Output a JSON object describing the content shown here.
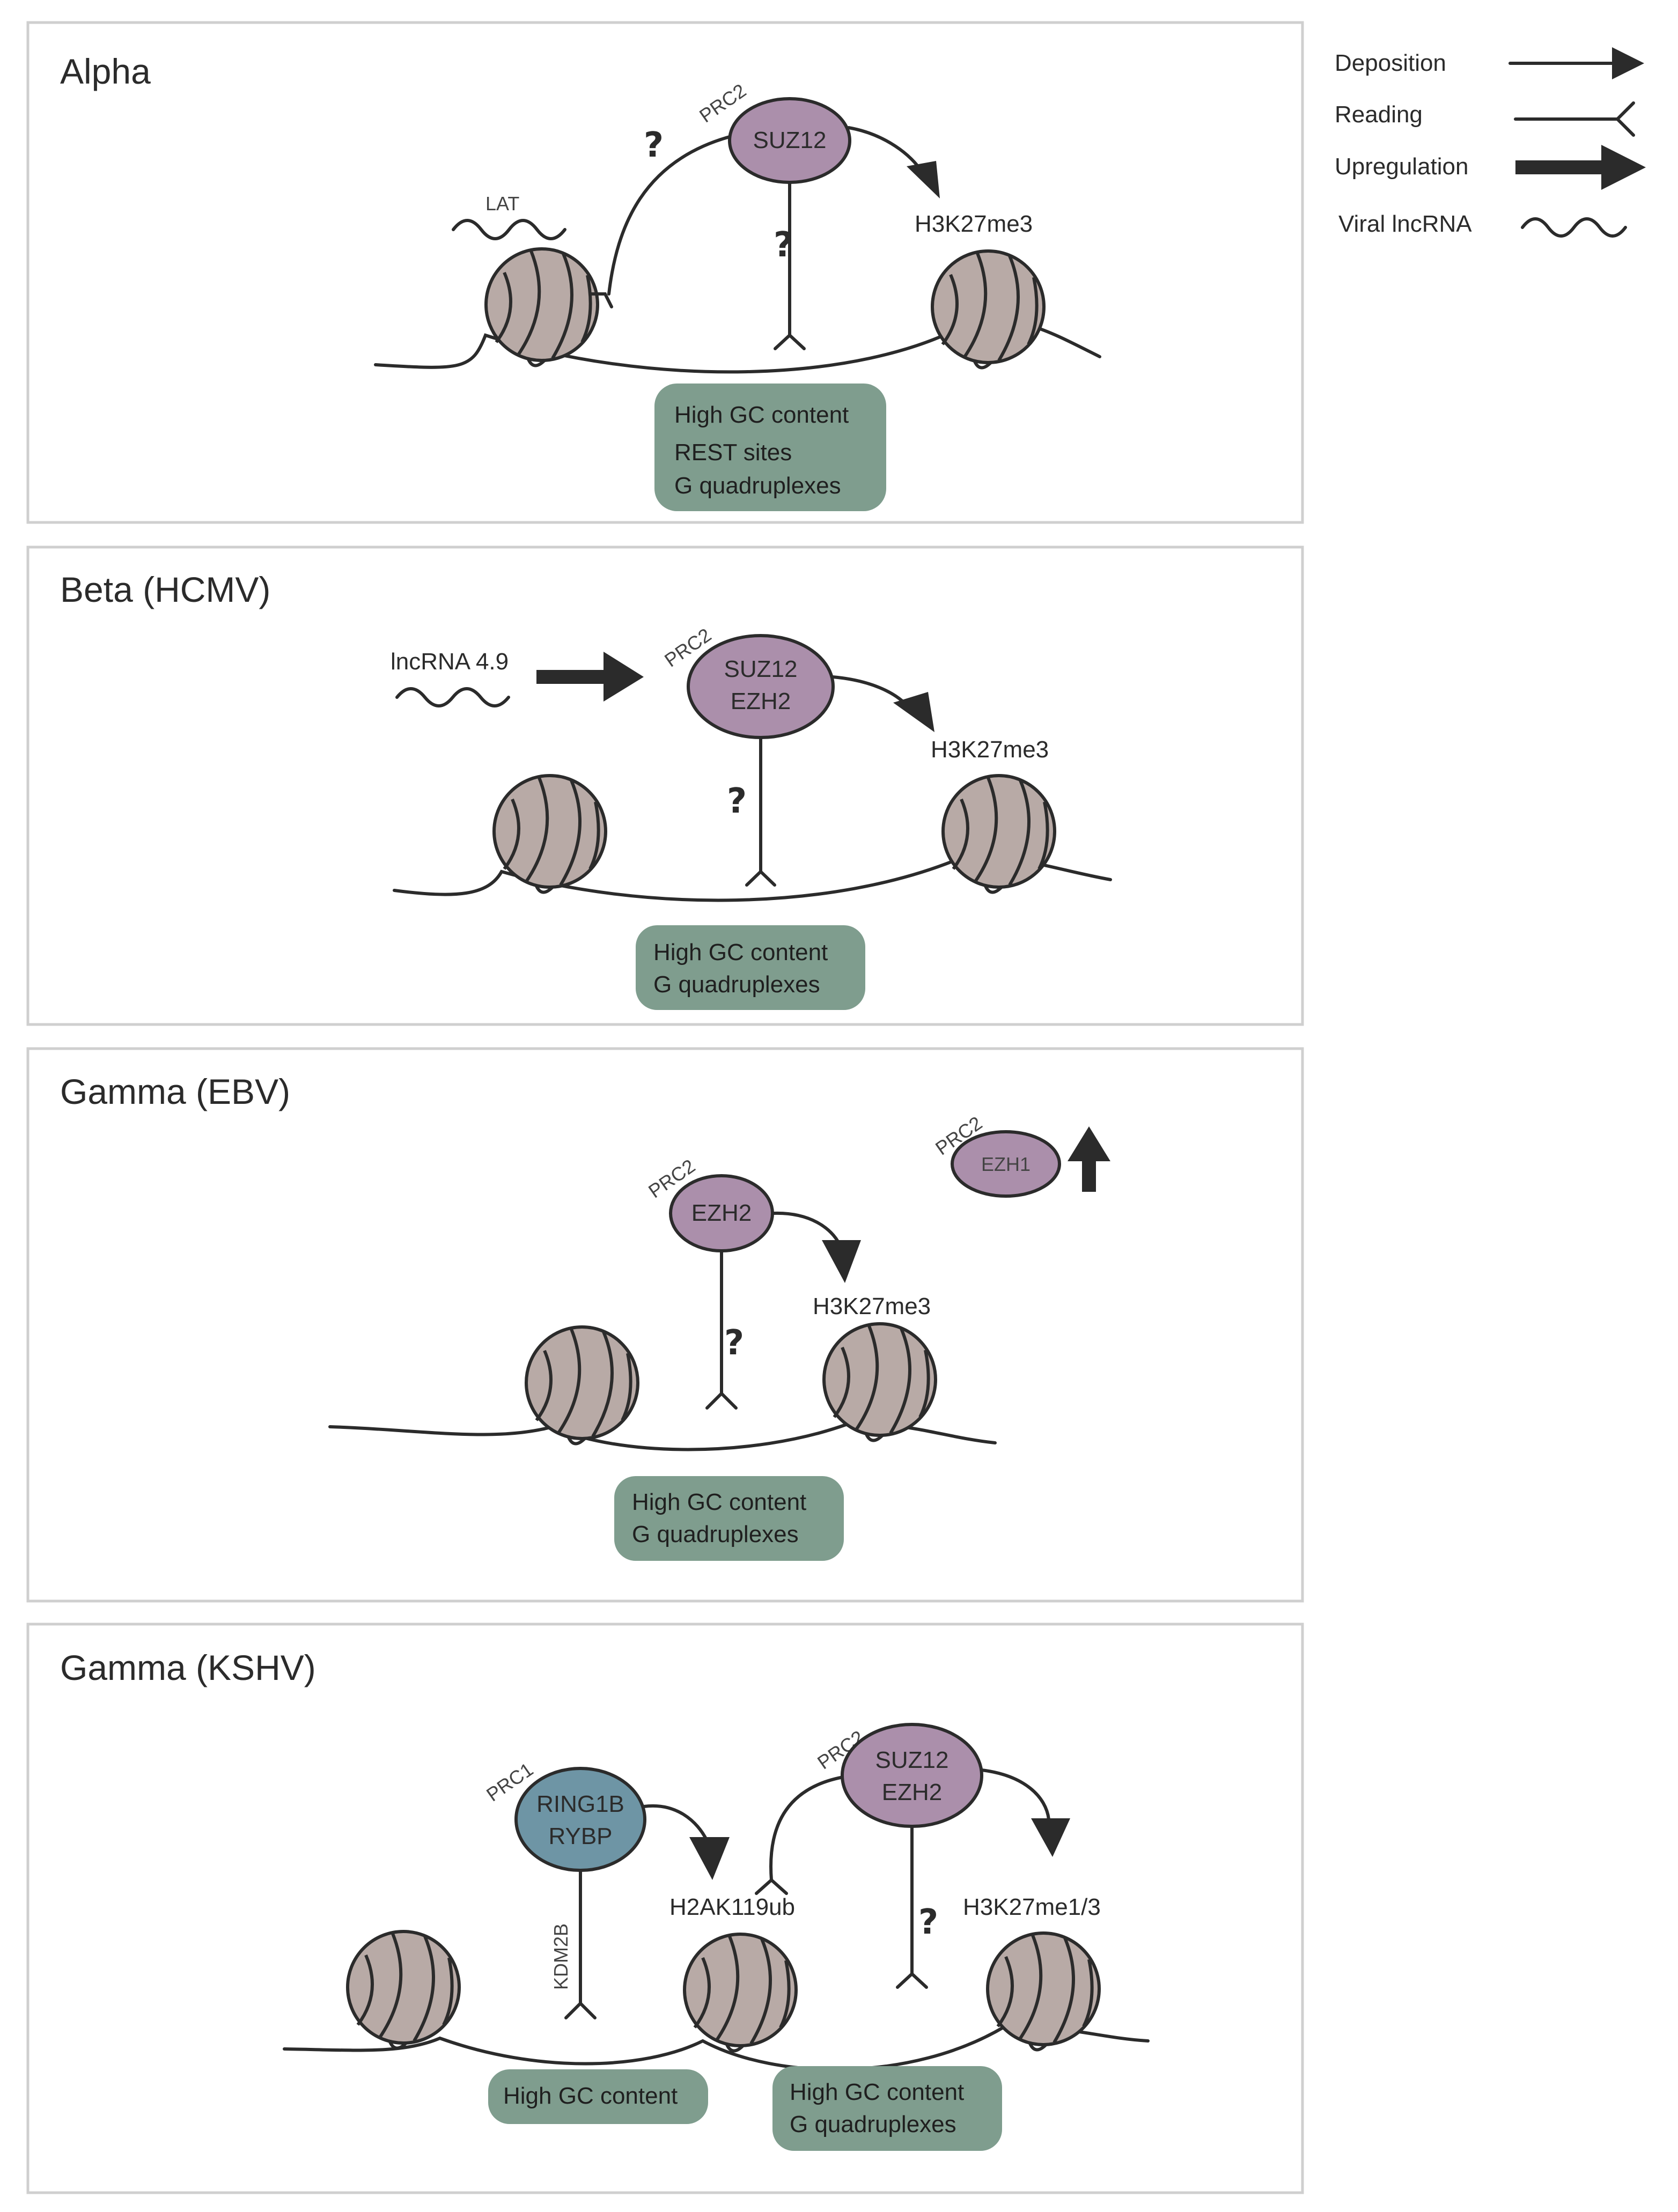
{
  "legend": {
    "deposition": "Deposition",
    "reading": "Reading",
    "upregulation": "Upregulation",
    "viral_lncrna": "Viral lncRNA"
  },
  "alpha": {
    "title": "Alpha",
    "lat": "LAT",
    "prc2": "PRC2",
    "enzyme": "SUZ12",
    "mark": "H3K27me3",
    "q": "?",
    "gc_lines": [
      "High GC content",
      "REST sites",
      "G quadruplexes"
    ]
  },
  "beta": {
    "title": "Beta (HCMV)",
    "lncrna": "lncRNA 4.9",
    "prc2": "PRC2",
    "enzyme1": "SUZ12",
    "enzyme2": "EZH2",
    "mark": "H3K27me3",
    "q": "?",
    "gc_lines": [
      "High GC content",
      "G quadruplexes"
    ]
  },
  "gamma_ebv": {
    "title": "Gamma (EBV)",
    "prc2a": "PRC2",
    "enzyme_a": "EZH2",
    "prc2b": "PRC2",
    "enzyme_b": "EZH1",
    "mark": "H3K27me3",
    "q": "?",
    "gc_lines": [
      "High GC content",
      "G quadruplexes"
    ]
  },
  "gamma_kshv": {
    "title": "Gamma (KSHV)",
    "prc1": "PRC1",
    "prc1_1": "RING1B",
    "prc1_2": "RYBP",
    "kdm": "KDM2B",
    "mark1": "H2AK119ub",
    "prc2": "PRC2",
    "enzyme1": "SUZ12",
    "enzyme2": "EZH2",
    "mark2": "H3K27me1/3",
    "q": "?",
    "gc1": "High GC content",
    "gc2_lines": [
      "High GC content",
      "G quadruplexes"
    ]
  }
}
